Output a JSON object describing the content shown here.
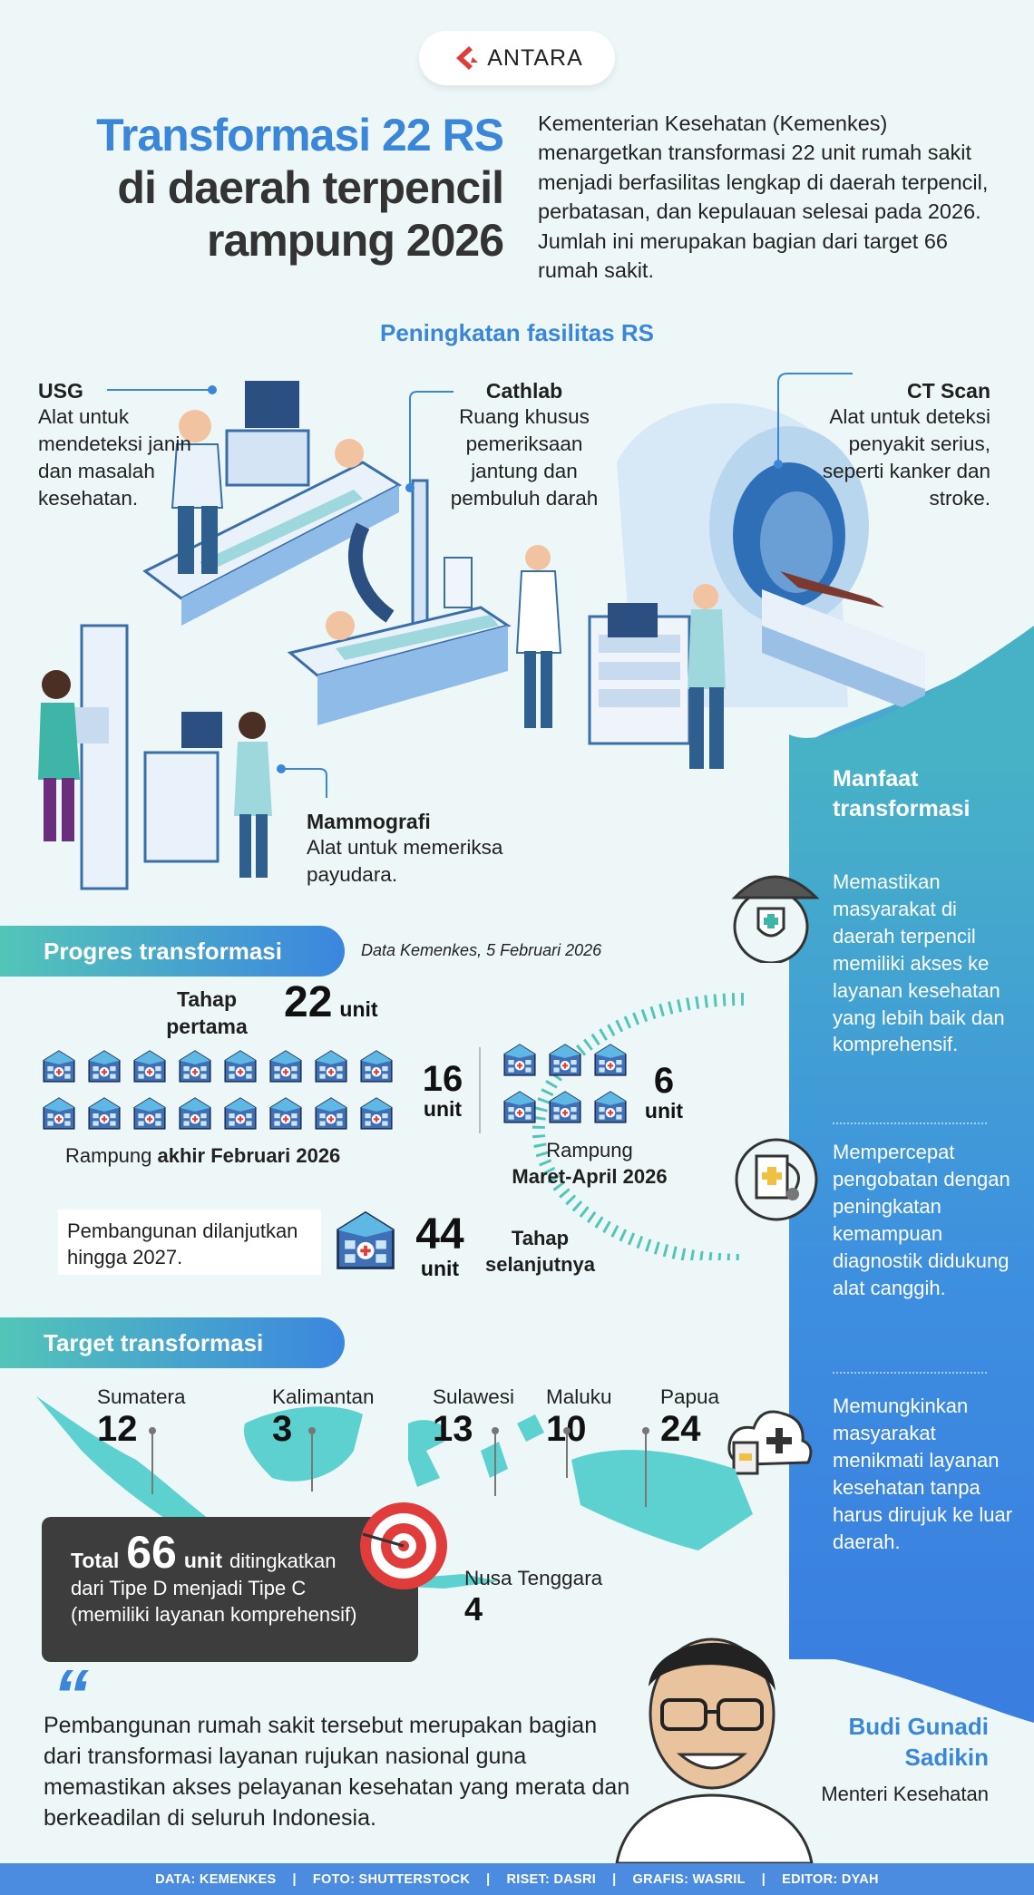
{
  "brand": {
    "logo_text": "ANTARA"
  },
  "title": {
    "line1": "Transformasi 22 RS",
    "line2": "di daerah terpencil",
    "line3": "rampung 2026"
  },
  "intro": "Kementerian Kesehatan (Kemenkes) menargetkan transformasi 22 unit rumah sakit menjadi berfasilitas lengkap di daerah terpencil, perbatasan, dan kepulauan selesai pada 2026. Jumlah ini merupakan bagian dari target 66 rumah sakit.",
  "facilities": {
    "heading": "Peningkatan fasilitas RS",
    "usg": {
      "title": "USG",
      "text": "Alat untuk mendeteksi janin dan masalah kesehatan."
    },
    "cathlab": {
      "title": "Cathlab",
      "text": "Ruang khusus pemeriksaan jantung dan pembuluh darah"
    },
    "ctscan": {
      "title": "CT Scan",
      "text": "Alat untuk deteksi penyakit serius, seperti kanker dan stroke."
    },
    "mammografi": {
      "title": "Mammografi",
      "text": "Alat untuk memeriksa payudara."
    }
  },
  "progress": {
    "heading": "Progres transformasi",
    "source": "Data Kemenkes, 5 Februari 2026",
    "stage1_label": "Tahap pertama",
    "stage1_value": "22",
    "unit": "unit",
    "group_a_value": "16",
    "group_a_label_prefix": "Rampung ",
    "group_a_label_bold": "akhir Februari 2026",
    "group_b_value": "6",
    "group_b_label_1": "Rampung",
    "group_b_label_2": "Maret-April 2026",
    "continued_text": "Pembangunan dilanjutkan hingga 2027.",
    "stage2_value": "44",
    "stage2_label": "Tahap selanjutnya"
  },
  "target": {
    "heading": "Target transformasi",
    "regions": [
      {
        "name": "Sumatera",
        "value": "12"
      },
      {
        "name": "Kalimantan",
        "value": "3"
      },
      {
        "name": "Sulawesi",
        "value": "13"
      },
      {
        "name": "Maluku",
        "value": "10"
      },
      {
        "name": "Papua",
        "value": "24"
      },
      {
        "name": "Nusa Tenggara",
        "value": "4"
      }
    ],
    "total_prefix": "Total",
    "total_value": "66",
    "total_unit": "unit",
    "total_suffix": "ditingkatkan",
    "total_line2": "dari Tipe D menjadi Tipe C",
    "total_line3": "(memiliki layanan komprehensif)"
  },
  "benefits": {
    "heading": "Manfaat transformasi",
    "items": [
      "Memastikan masyarakat di daerah terpencil memiliki akses ke layanan kesehatan yang lebih baik dan komprehensif.",
      "Mempercepat pengobatan dengan peningkatan kemampuan diagnostik didukung alat canggih.",
      "Memungkinkan masyarakat menikmati layanan kesehatan tanpa harus dirujuk ke luar daerah."
    ]
  },
  "quote": {
    "mark": "“",
    "text": "Pembangunan rumah sakit tersebut merupakan bagian dari transformasi layanan rujukan nasional guna memastikan akses pelayanan kesehatan yang merata dan berkeadilan di seluruh Indonesia.",
    "speaker_name": "Budi Gunadi Sadikin",
    "speaker_role": "Menteri Kesehatan"
  },
  "credits": [
    "DATA: KEMENKES",
    "FOTO: SHUTTERSTOCK",
    "RISET: DASRI",
    "GRAFIS: WASRIL",
    "EDITOR: DYAH"
  ],
  "colors": {
    "accent_blue": "#3a86d8",
    "teal": "#53c5b8",
    "dark_box": "#3d3d3d",
    "target_red": "#e03c3c"
  }
}
